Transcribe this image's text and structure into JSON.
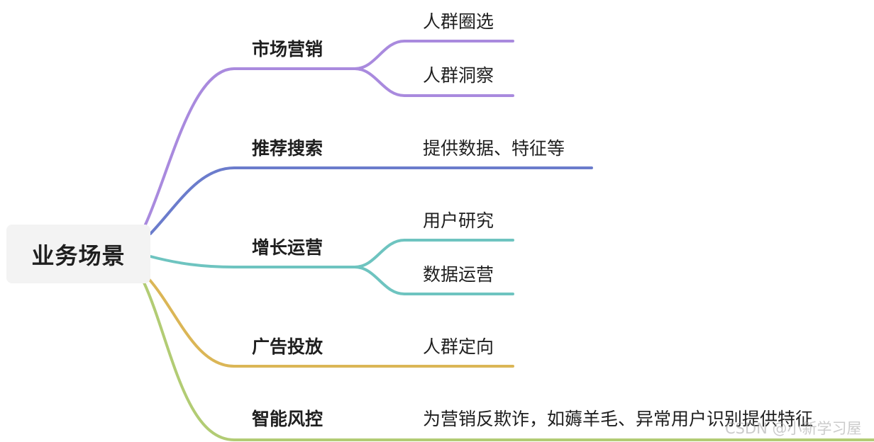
{
  "root": {
    "label": "业务场景"
  },
  "branches": [
    {
      "label": "市场营销",
      "color": "#a98ade",
      "leaves": [
        "人群圈选",
        "人群洞察"
      ]
    },
    {
      "label": "推荐搜索",
      "color": "#6b7ccc",
      "leaves": [
        "提供数据、特征等"
      ]
    },
    {
      "label": "增长运营",
      "color": "#6ec4c0",
      "leaves": [
        "用户研究",
        "数据运营"
      ]
    },
    {
      "label": "广告投放",
      "color": "#dbb656",
      "leaves": [
        "人群定向"
      ]
    },
    {
      "label": "智能风控",
      "color": "#b2cc74",
      "leaves": [
        "为营销反欺诈，如薅羊毛、异常用户识别提供特征"
      ]
    }
  ],
  "watermark": "CSDN @小新学习屋"
}
